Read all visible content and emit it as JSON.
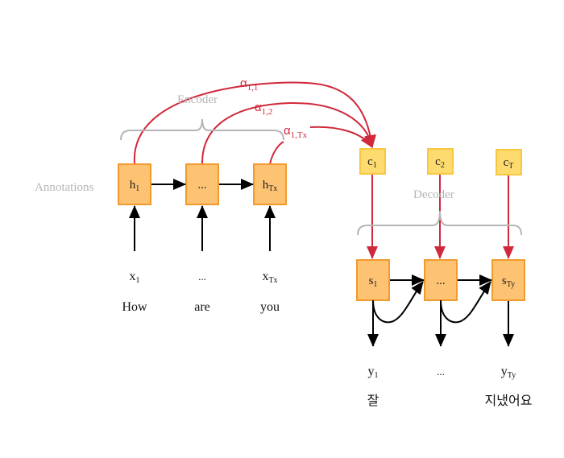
{
  "diagram": {
    "type": "seq2seq attention (encoder-decoder)",
    "labels": {
      "encoder": "Encoder",
      "decoder": "Decoder",
      "annotations": "Annotations"
    },
    "encoder": {
      "hidden_states": [
        {
          "base": "h",
          "sub": "1"
        },
        {
          "base": "...",
          "sub": ""
        },
        {
          "base": "h",
          "sub": "Tx"
        }
      ],
      "inputs": [
        {
          "base": "x",
          "sub": "1"
        },
        {
          "base": "...",
          "sub": ""
        },
        {
          "base": "x",
          "sub": "Tx"
        }
      ],
      "words": [
        "How",
        "are",
        "you"
      ]
    },
    "attention_weights": [
      {
        "base": "α",
        "sub": "1,1"
      },
      {
        "base": "α",
        "sub": "1,2"
      },
      {
        "base": "α",
        "sub": "1,Tx"
      }
    ],
    "decoder": {
      "contexts": [
        {
          "base": "c",
          "sub": "1"
        },
        {
          "base": "c",
          "sub": "2"
        },
        {
          "base": "c",
          "sub": "T"
        }
      ],
      "states": [
        {
          "base": "s",
          "sub": "1"
        },
        {
          "base": "...",
          "sub": ""
        },
        {
          "base": "s",
          "sub": "Ty"
        }
      ],
      "outputs": [
        {
          "base": "y",
          "sub": "1"
        },
        {
          "base": "...",
          "sub": ""
        },
        {
          "base": "y",
          "sub": "Ty"
        }
      ],
      "words": [
        "잘",
        "",
        "지냈어요"
      ]
    },
    "colors": {
      "hidden_box_fill": "#fdc272",
      "hidden_box_stroke": "#f39a2e",
      "context_box_fill": "#fedb6e",
      "context_box_stroke": "#f9c740",
      "attention_arrow": "#d0293b",
      "brace": "#b5b5b5",
      "flow_arrow": "#000000"
    }
  }
}
